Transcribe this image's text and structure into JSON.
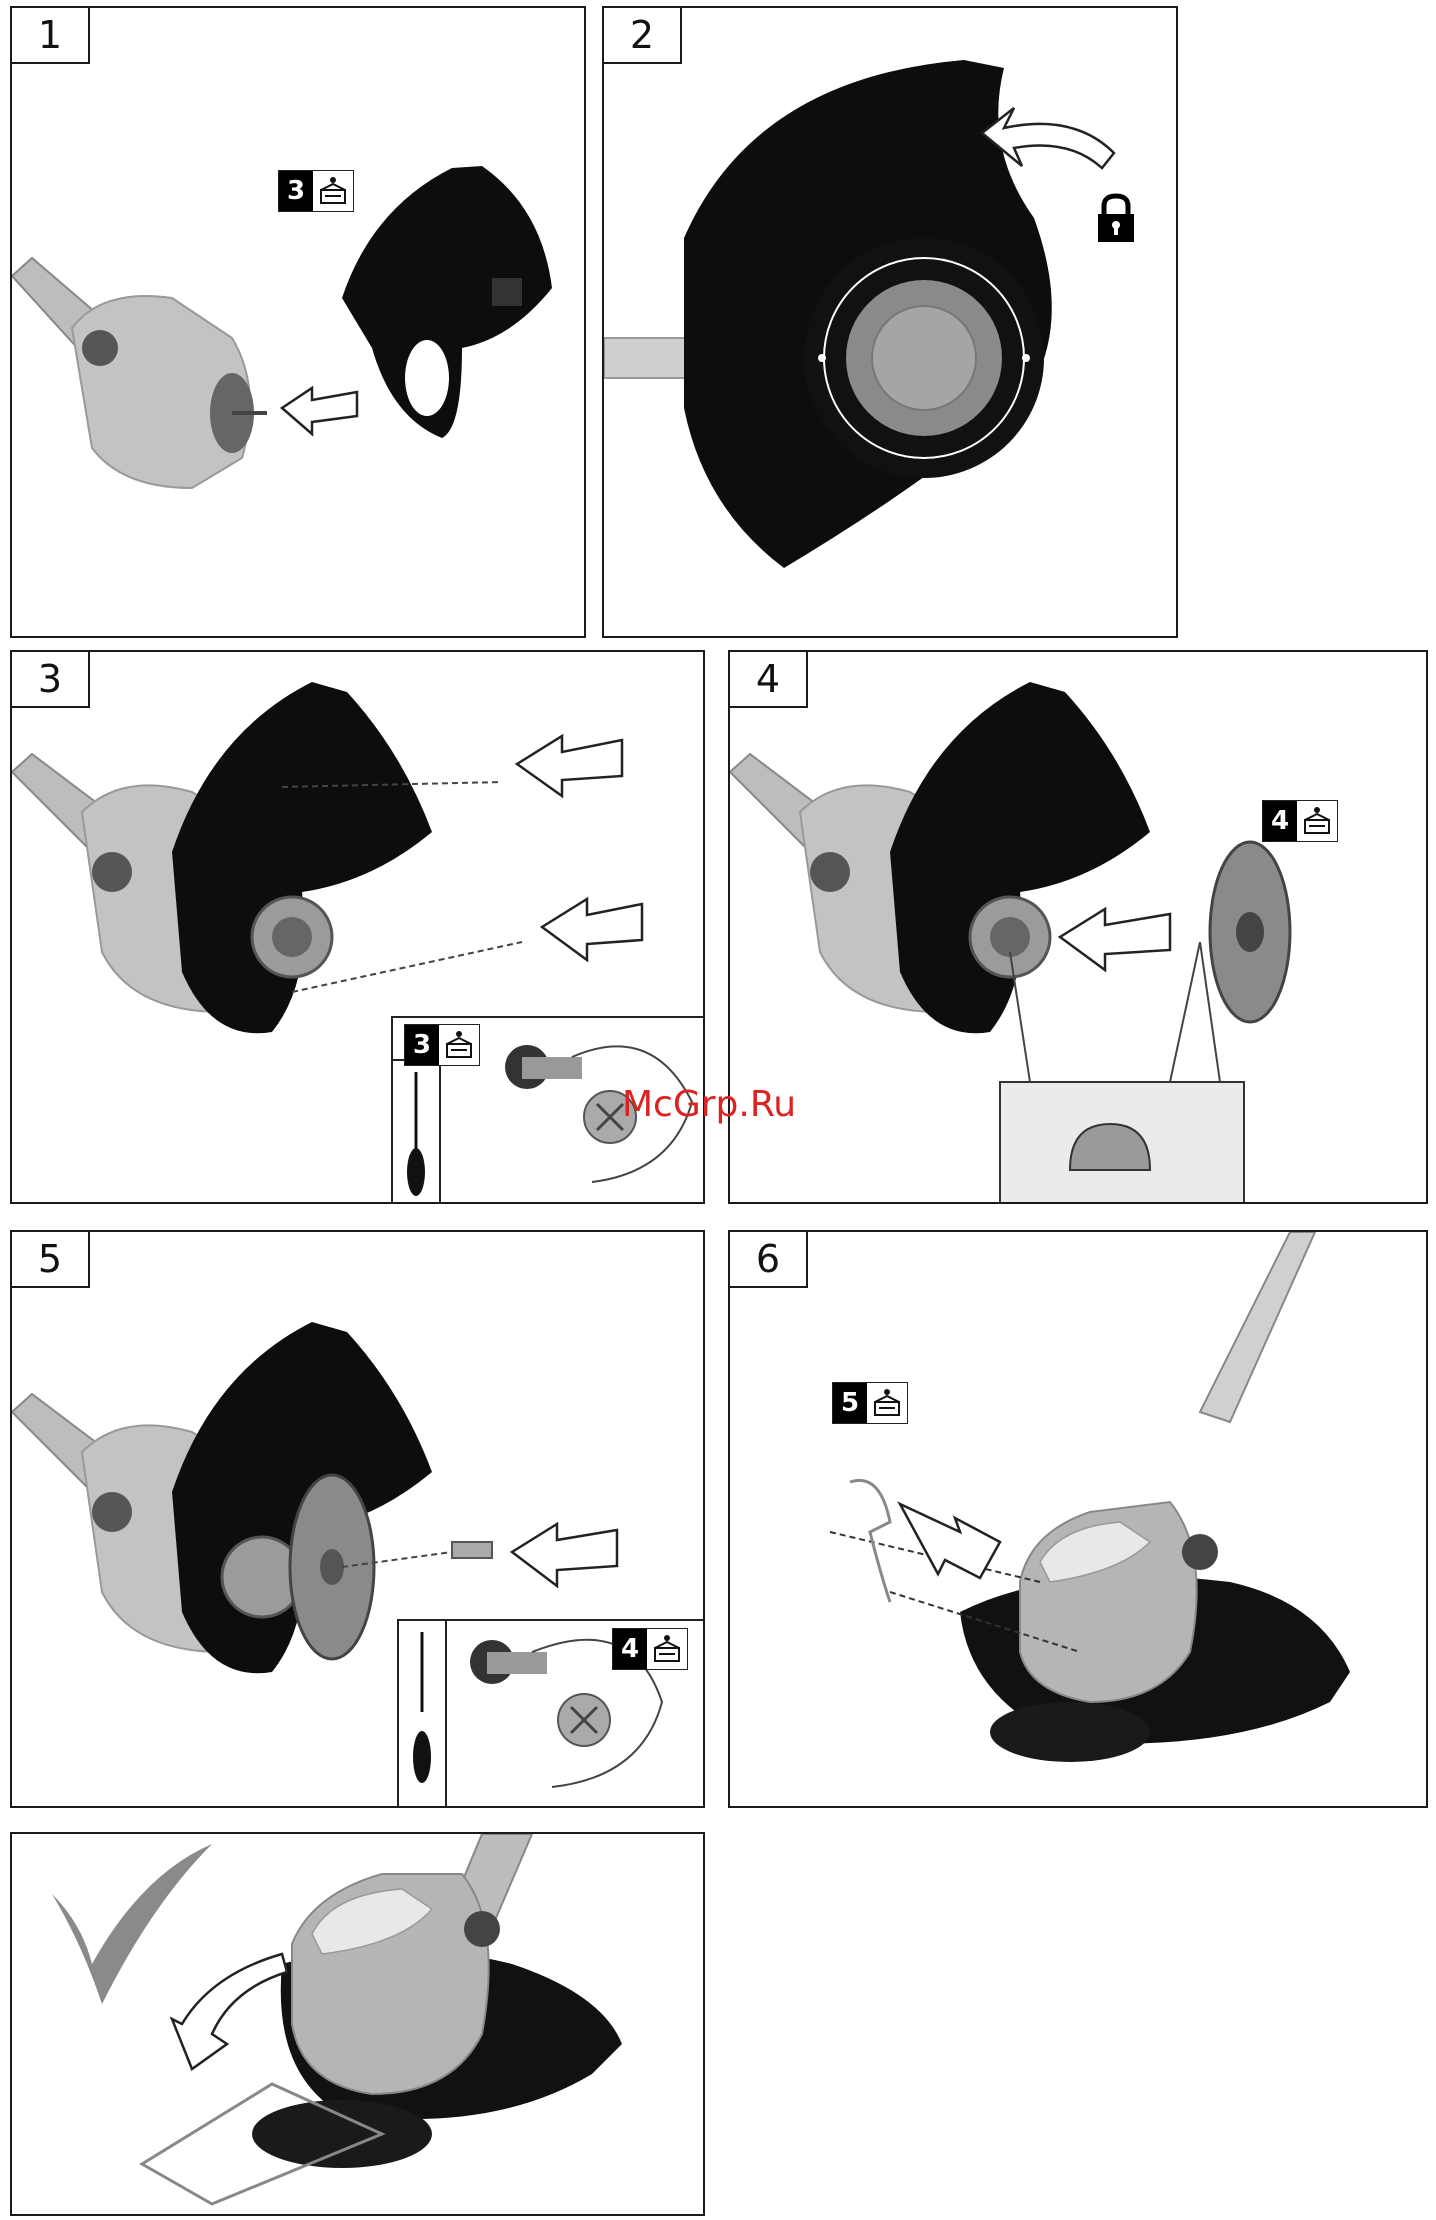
{
  "steps": [
    {
      "label": "1",
      "badge": "3"
    },
    {
      "label": "2"
    },
    {
      "label": "3",
      "badge": "3"
    },
    {
      "label": "4",
      "badge": "4"
    },
    {
      "label": "5",
      "badge": "4"
    },
    {
      "label": "6",
      "badge": "5"
    }
  ],
  "watermark": "McGrp.Ru",
  "colors": {
    "border": "#1a1a1a",
    "guard": "#0d0d0d",
    "housing": "#b5b5b5",
    "watermark": "#d22222"
  }
}
